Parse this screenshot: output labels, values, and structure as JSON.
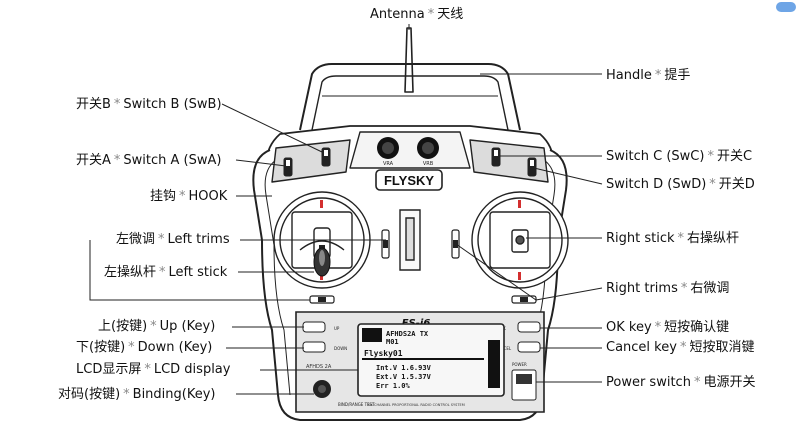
{
  "labels": {
    "antenna": {
      "en": "Antenna",
      "cn": "天线"
    },
    "handle": {
      "en": "Handle",
      "cn": "提手"
    },
    "switch_b": {
      "en": "Switch B (SwB)",
      "cn": "开关B"
    },
    "switch_a": {
      "en": "Switch A (SwA)",
      "cn": "开关A"
    },
    "hook": {
      "en": "HOOK",
      "cn": "挂钩"
    },
    "left_trims": {
      "en": "Left trims",
      "cn": "左微调"
    },
    "left_stick": {
      "en": "Left stick",
      "cn": "左操纵杆"
    },
    "up_key": {
      "en": "Up (Key)",
      "cn": "上(按键)"
    },
    "down_key": {
      "en": "Down (Key)",
      "cn": "下(按键)"
    },
    "lcd": {
      "en": "LCD display",
      "cn": "LCD显示屏"
    },
    "binding": {
      "en": "Binding(Key)",
      "cn": "对码(按键)"
    },
    "switch_c": {
      "en": "Switch C (SwC)",
      "cn": "开关C"
    },
    "switch_d": {
      "en": "Switch D (SwD)",
      "cn": "开关D"
    },
    "right_stick": {
      "en": "Right stick",
      "cn": "右操纵杆"
    },
    "right_trims": {
      "en": "Right trims",
      "cn": "右微调"
    },
    "ok_key": {
      "en": "OK key",
      "cn": "短按确认键"
    },
    "cancel_key": {
      "en": "Cancel key",
      "cn": "短按取消键"
    },
    "power_switch": {
      "en": "Power switch",
      "cn": "电源开关"
    }
  },
  "device": {
    "brand": "FLYSKY",
    "model": "FS-i6",
    "knob_left": "VRA",
    "knob_right": "VRB",
    "key_up": "UP",
    "key_down": "DOWN",
    "key_ok": "OK",
    "key_cancel": "CANCEL",
    "footer": "SIX CHANNEL PROPORTIONAL RADIO CONTROL SYSTEM",
    "bind_label": "BIND/RANGE TEST",
    "power_label": "POWER",
    "side_text": "AFHDS 2A"
  },
  "lcd_lines": [
    "AFHDS2A TX",
    "M01",
    "Flysky01",
    "Int.V 1.6.93V",
    "Ext.V 1.5.37V",
    "Err 1.0%"
  ]
}
